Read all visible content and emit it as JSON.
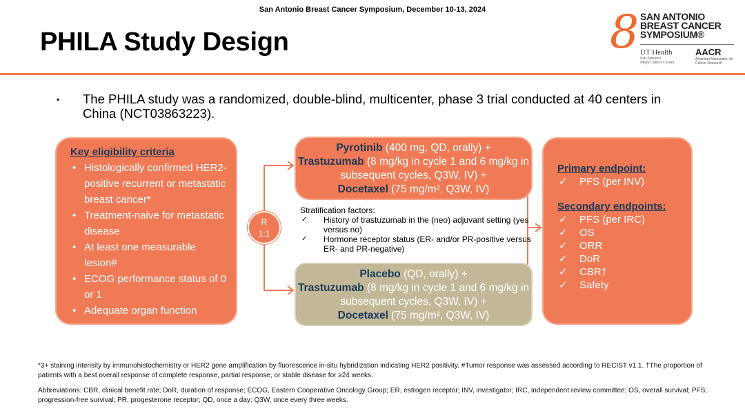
{
  "header": {
    "conference": "San Antonio Breast Cancer Symposium, December 10-13, 2024",
    "title": "PHILA Study Design"
  },
  "logo": {
    "line1": "SAN ANTONIO",
    "line2": "BREAST CANCER",
    "line3": "SYMPOSIUM®",
    "ut": "UT Health",
    "ut_sub1": "San Antonio",
    "ut_sub2": "Mays Cancer Center",
    "aacr": "AACR",
    "aacr_sub": "American Association for Cancer Research"
  },
  "intro": {
    "bullet": "▪",
    "text": "The PHILA study was a randomized, double-blind, multicenter, phase 3 trial conducted at 40 centers in China (NCT03863223)."
  },
  "eligibility": {
    "title": "Key eligibility criteria",
    "items": [
      "Histologically confirmed HER2-positive recurrent or metastatic breast cancer*",
      "Treatment-naive for metastatic disease",
      "At least one measurable lesion#",
      "ECOG performance status of 0 or 1",
      "Adequate organ function"
    ]
  },
  "randomization": {
    "line1": "R",
    "line2": "1:1"
  },
  "arm_pyrotinib": {
    "d1": "Pyrotinib",
    "t1": " (400 mg, QD, orally) +",
    "d2": "Trastuzumab",
    "t2": " (8 mg/kg in cycle 1 and 6 mg/kg in subsequent cycles, Q3W, IV) +",
    "d3": "Docetaxel",
    "t3": " (75 mg/m², Q3W, IV)"
  },
  "arm_placebo": {
    "d1": "Placebo",
    "t1": " (QD, orally) +",
    "d2": "Trastuzumab",
    "t2": " (8 mg/kg in cycle 1 and 6 mg/kg in subsequent cycles, Q3W, IV) +",
    "d3": "Docetaxel",
    "t3": " (75 mg/m², Q3W, IV)"
  },
  "stratification": {
    "title": "Stratification factors:",
    "items": [
      "History of trastuzumab in the (neo) adjuvant setting (yes versus no)",
      "Hormone receptor status (ER- and/or PR-positive versus ER- and PR-negative)"
    ]
  },
  "endpoints": {
    "primary_title": "Primary endpoint:",
    "primary": [
      "PFS (per INV)"
    ],
    "secondary_title": "Secondary endpoints:",
    "secondary": [
      "PFS (per IRC)",
      "OS",
      "ORR",
      "DoR",
      "CBR†",
      "Safety"
    ]
  },
  "footnotes": {
    "note": "*3+ staining intensity by immunohistochemistry or HER2 gene amplification by fluorescence in-situ hybridization indicating HER2 positivity. #Tumor response was assessed according to RECIST v1.1. †The proportion of patients with a best overall response of complete response, partial response, or stable disease for ≥24 weeks.",
    "abbreviations": "Abbreviations: CBR, clinical benefit rate; DoR, duration of response; ECOG, Eastern Cooperative Oncology Group; ER, estrogen receptor; INV, investigator; IRC, independent review committee; OS, overall survival; PFS, progression-free survival; PR, progesterone receptor; QD, once a day; Q3W, once every three weeks."
  },
  "colors": {
    "accent": "#f07a55",
    "navy": "#183a5a",
    "olive": "#c2b898"
  }
}
